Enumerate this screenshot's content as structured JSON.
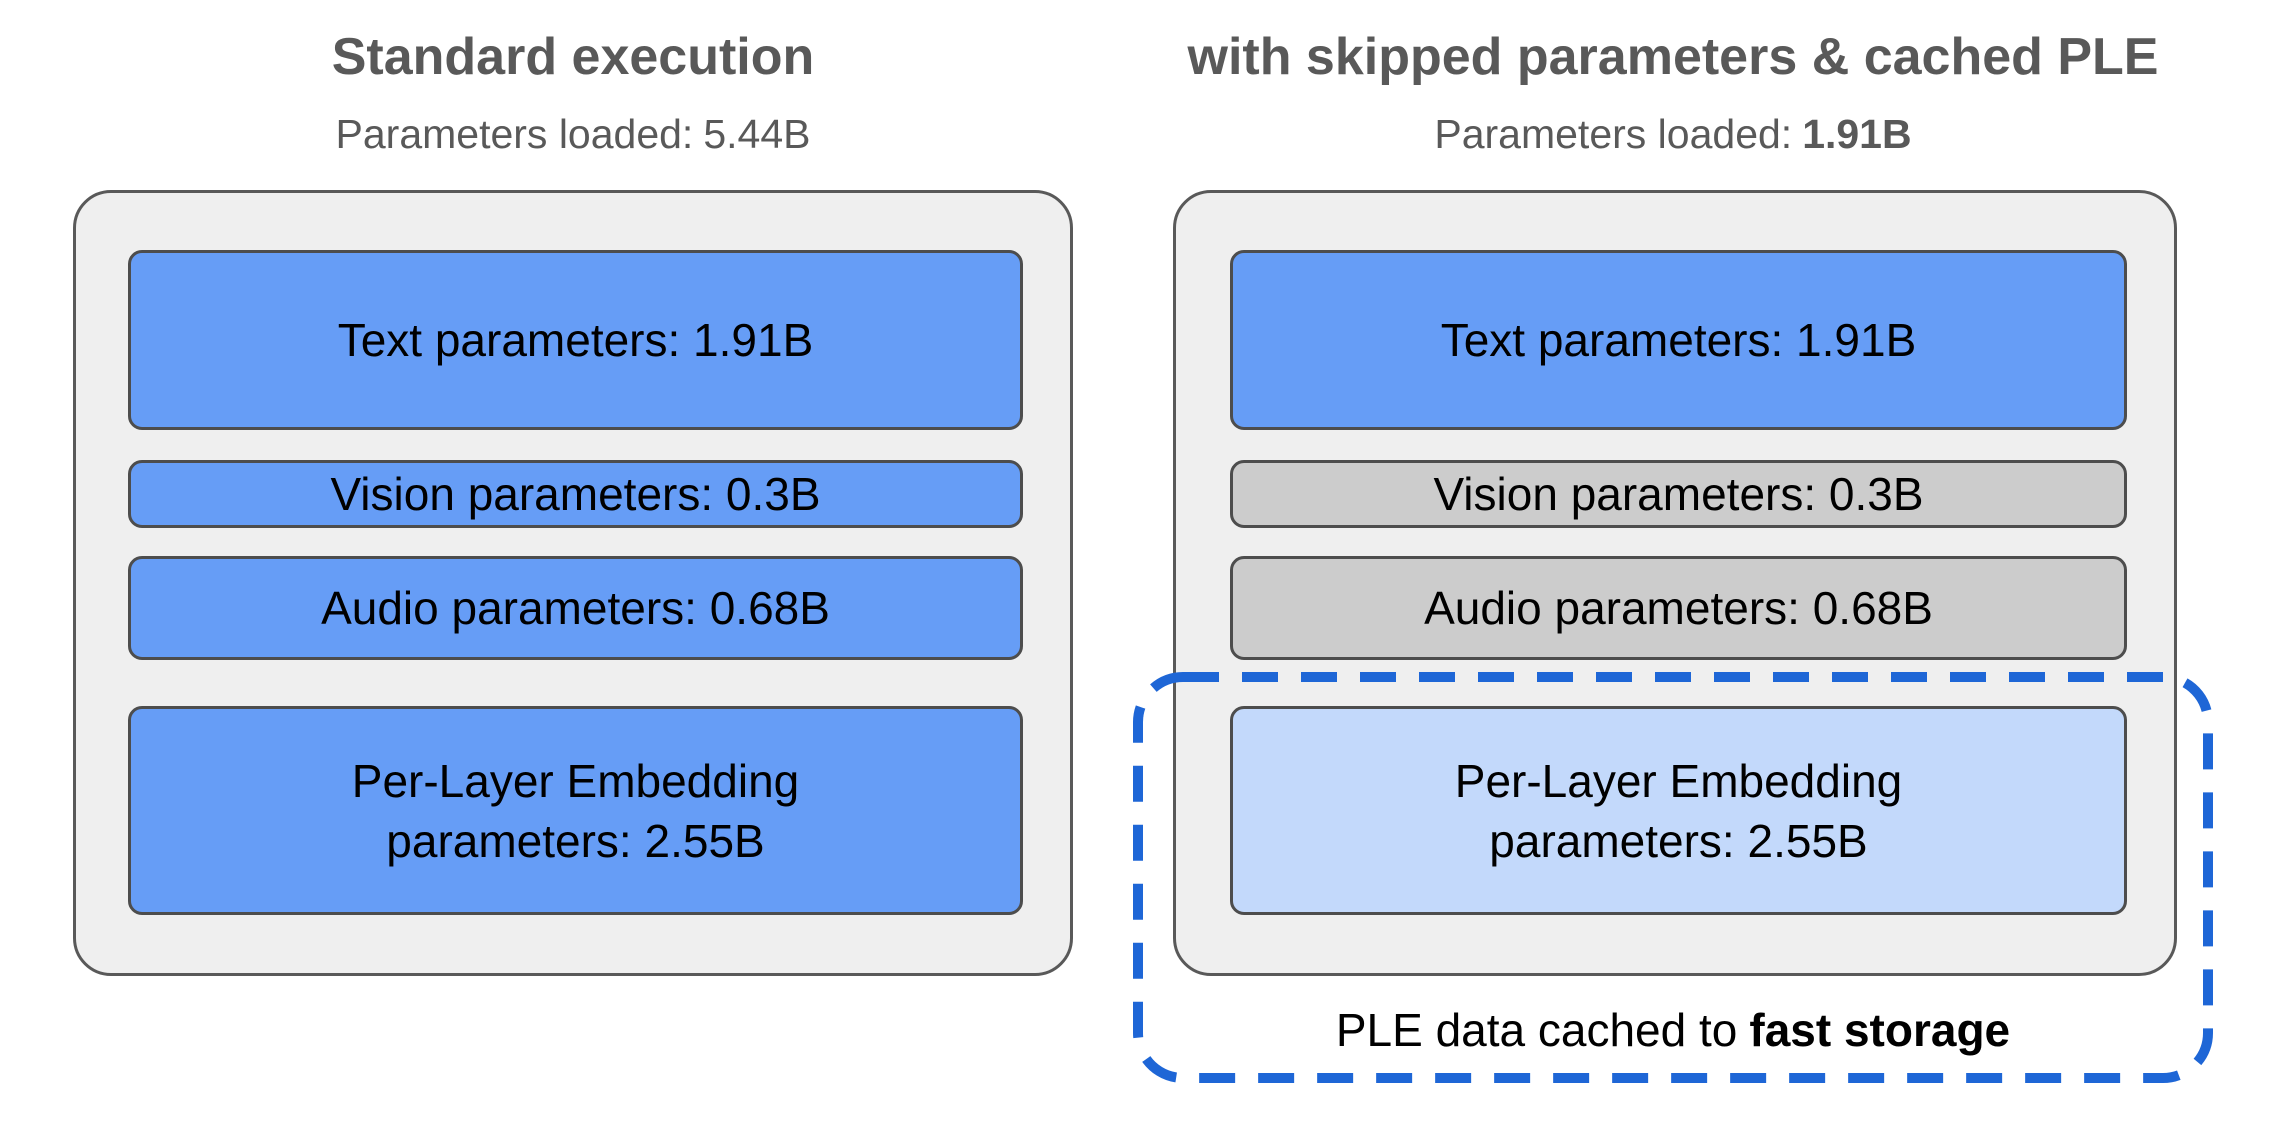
{
  "colors": {
    "loaded_blue": "#669df6",
    "skipped_gray": "#cccccc",
    "cached_ple_light_blue": "#c3d9fb",
    "dashed_outline_blue": "#1e66d6",
    "container_gray": "#efefef",
    "heading_gray": "#595959"
  },
  "left_panel": {
    "title": "Standard execution",
    "subtitle_label": "Parameters loaded:",
    "subtitle_value": "5.44B",
    "boxes": {
      "text": "Text parameters: 1.91B",
      "vision": "Vision parameters: 0.3B",
      "audio": "Audio parameters: 0.68B",
      "ple_line1": "Per-Layer Embedding",
      "ple_line2": "parameters: 2.55B"
    }
  },
  "right_panel": {
    "title": "with skipped parameters & cached PLE",
    "subtitle_label": "Parameters loaded:",
    "subtitle_value": "1.91B",
    "boxes": {
      "text": "Text parameters: 1.91B",
      "vision": "Vision parameters: 0.3B",
      "audio": "Audio parameters: 0.68B",
      "ple_line1": "Per-Layer Embedding",
      "ple_line2": "parameters: 2.55B"
    },
    "caption_prefix": "PLE data cached to",
    "caption_bold": "fast storage"
  }
}
